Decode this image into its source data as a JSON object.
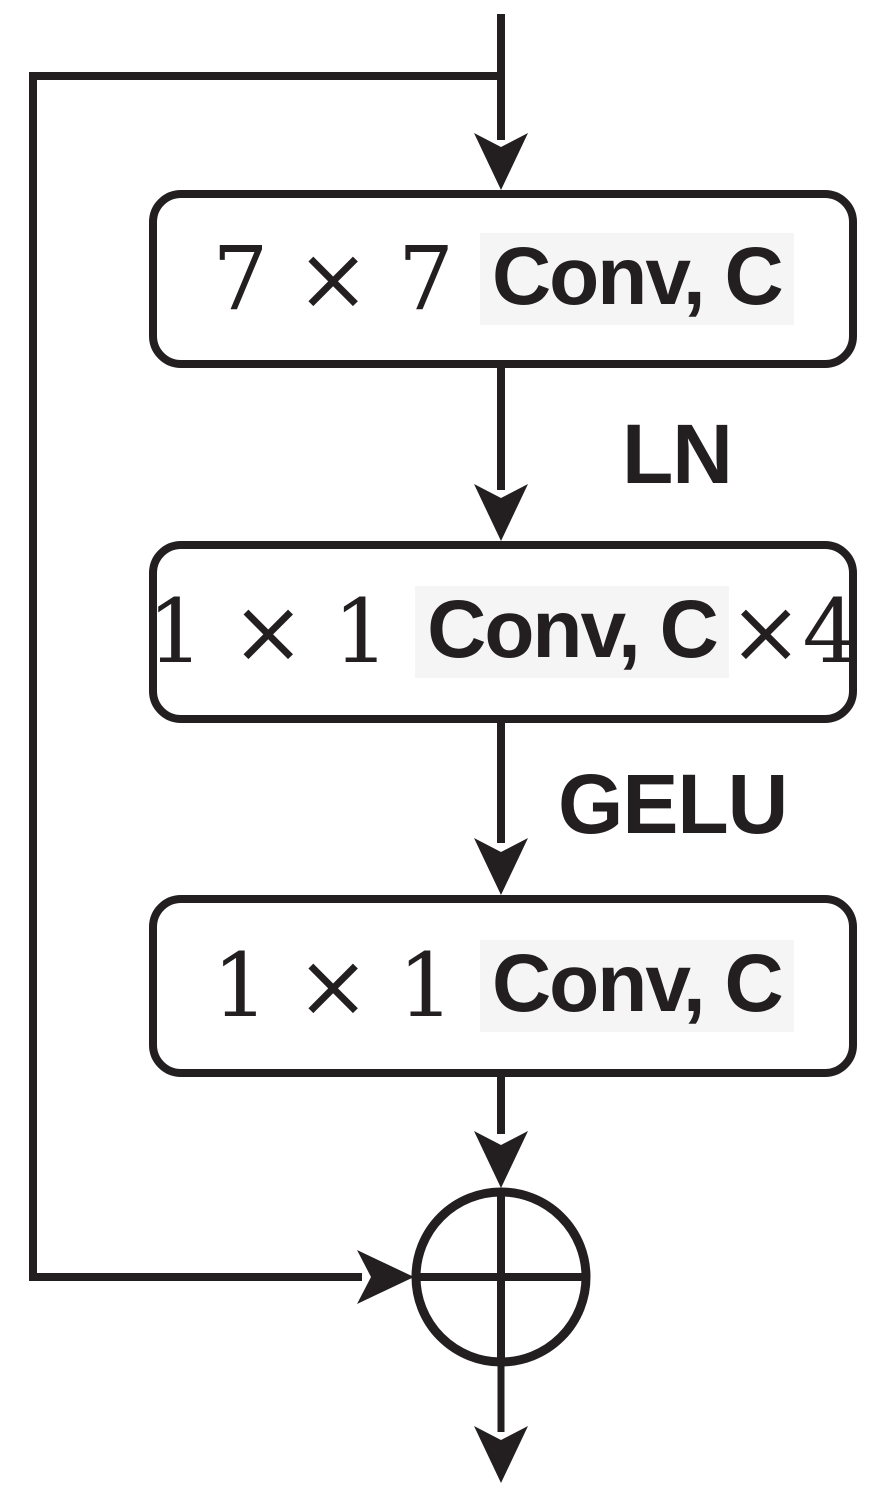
{
  "diagram": {
    "type": "flowchart",
    "blocks": [
      {
        "kernel_size": "7 × 7",
        "op": "Conv, C",
        "suffix": ""
      },
      {
        "kernel_size": "1 × 1",
        "op": "Conv, C",
        "suffix": "×4"
      },
      {
        "kernel_size": "1 × 1",
        "op": "Conv, C",
        "suffix": ""
      }
    ],
    "edge_labels": {
      "ln": "LN",
      "gelu": "GELU"
    },
    "operator_symbol": "⊕",
    "connections": [
      "input → 7×7 Conv, C",
      "7×7 Conv, C → LN → 1×1 Conv, C×4",
      "1×1 Conv, C×4 → GELU → 1×1 Conv, C",
      "1×1 Conv, C → ⊕",
      "input skip connection → ⊕",
      "⊕ → output"
    ],
    "colors": {
      "ink": "#231f20",
      "highlight": "#f5f5f6",
      "background": "#ffffff"
    }
  }
}
